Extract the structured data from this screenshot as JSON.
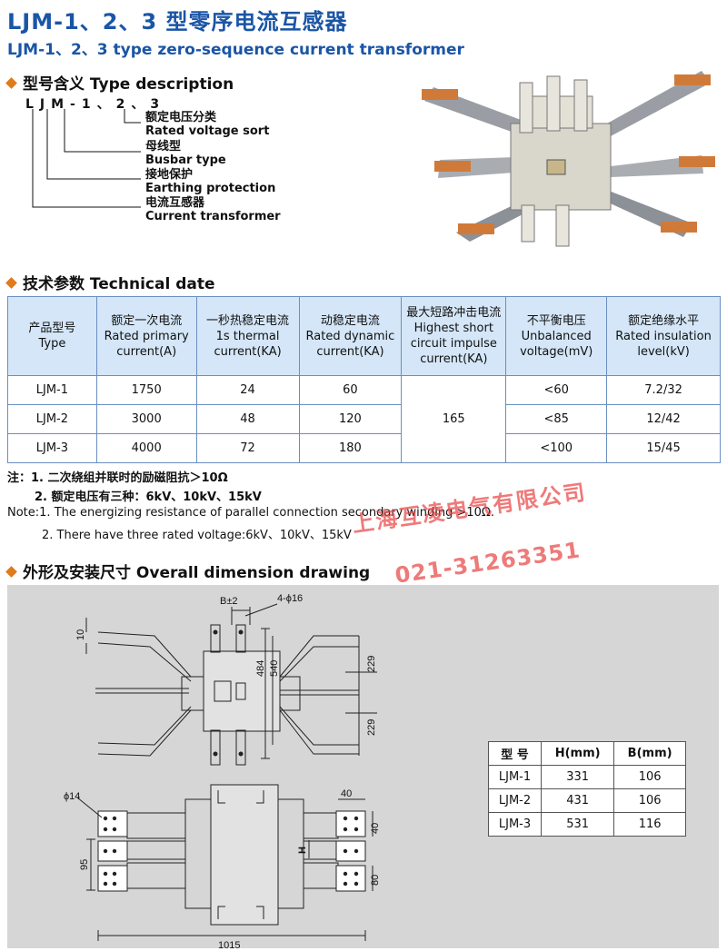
{
  "title_cn": "LJM-1、2、3 型零序电流互感器",
  "title_en": "LJM-1、2、3 type zero-sequence current  transformer",
  "type_section": {
    "heading": "型号含义 Type description",
    "code": "LJM-1、2、3",
    "items": [
      {
        "cn": "额定电压分类",
        "en": "Rated voltage sort"
      },
      {
        "cn": "母线型",
        "en": "Busbar type"
      },
      {
        "cn": "接地保护",
        "en": "Earthing protection"
      },
      {
        "cn": "电流互感器",
        "en": "Current transformer"
      }
    ]
  },
  "tech_section": {
    "heading": "技术参数 Technical date",
    "headers": [
      {
        "cn": "产品型号",
        "en": "Type"
      },
      {
        "cn": "额定一次电流",
        "en": "Rated primary current(A)"
      },
      {
        "cn": "一秒热稳定电流",
        "en": "1s thermal current(KA)"
      },
      {
        "cn": "动稳定电流",
        "en": "Rated dynamic current(KA)"
      },
      {
        "cn": "最大短路冲击电流",
        "en": "Highest short circuit impulse current(KA)"
      },
      {
        "cn": "不平衡电压",
        "en": "Unbalanced voltage(mV)"
      },
      {
        "cn": "额定绝缘水平",
        "en": "Rated insulation level(kV)"
      }
    ],
    "rows": [
      [
        "LJM-1",
        "1750",
        "24",
        "60",
        "<60",
        "7.2/32"
      ],
      [
        "LJM-2",
        "3000",
        "48",
        "120",
        "<85",
        "12/42"
      ],
      [
        "LJM-3",
        "4000",
        "72",
        "180",
        "<100",
        "15/45"
      ]
    ],
    "impulse_shared": "165"
  },
  "notes": {
    "cn1": "注：1. 二次绕组并联时的励磁阻抗＞10Ω",
    "cn2": "2. 额定电压有三种：6kV、10kV、15kV",
    "en1": "Note:1. The energizing resistance of parallel connection secondary winding >10Ω.",
    "en2": "2. There have three rated voltage:6kV、10kV、15kV"
  },
  "drawing_section": {
    "heading": "外形及安装尺寸 Overall dimension drawing",
    "labels": {
      "b": "B±2",
      "holes": "4-ϕ16",
      "d10": "10",
      "d484": "484",
      "d540": "540",
      "d229a": "229",
      "d229b": "229",
      "phi14": "ϕ14",
      "d40a": "40",
      "d40b": "40",
      "d95": "95",
      "d80": "80",
      "h": "H",
      "d1015": "1015"
    },
    "dim_table": {
      "headers": [
        "型 号",
        "H(mm)",
        "B(mm)"
      ],
      "rows": [
        [
          "LJM-1",
          "331",
          "106"
        ],
        [
          "LJM-2",
          "431",
          "106"
        ],
        [
          "LJM-3",
          "531",
          "116"
        ]
      ]
    }
  },
  "watermark": {
    "company": "上海互凌电气有限公司",
    "phone": "021-31263351"
  },
  "colors": {
    "title": "#1a55a6",
    "bullet": "#e07a1b",
    "table_header": "#d4e6f7",
    "watermark": "#e84646"
  }
}
